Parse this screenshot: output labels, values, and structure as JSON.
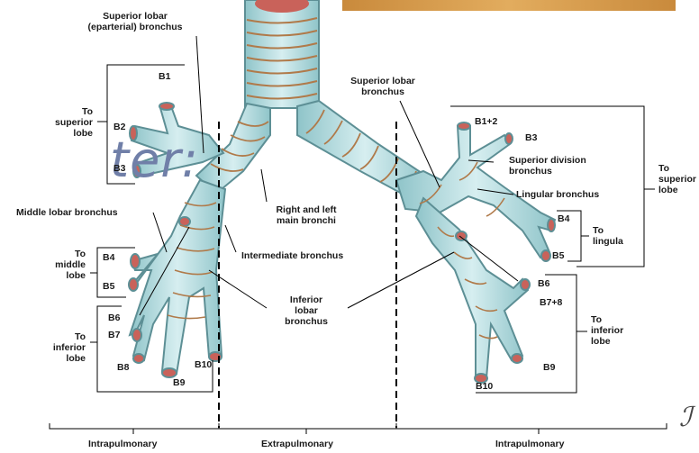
{
  "labels": {
    "superior_lobar_eparterial": "Superior lobar\n(eparterial) bronchus",
    "b1": "B1",
    "to_superior_lobe_left": "To\nsuperior\nlobe",
    "b2": "B2",
    "b3_right": "B3",
    "middle_lobar_bronchus": "Middle lobar bronchus",
    "to_middle_lobe": "To\nmiddle\nlobe",
    "b4_right": "B4",
    "b5_right": "B5",
    "to_inferior_lobe_left": "To\ninferior\nlobe",
    "b6_right": "B6",
    "b7": "B7",
    "b8": "B8",
    "b9_right": "B9",
    "b10_right": "B10",
    "right_left_main_bronchi": "Right and left\nmain bronchi",
    "intermediate_bronchus": "Intermediate bronchus",
    "inferior_lobar_bronchus": "Inferior\nlobar\nbronchus",
    "superior_lobar_bronchus": "Superior lobar\nbronchus",
    "b1_2": "B1+2",
    "b3_left": "B3",
    "superior_division_bronchus": "Superior division\nbronchus",
    "lingular_bronchus": "Lingular bronchus",
    "to_superior_lobe_right": "To\nsuperior\nlobe",
    "b4_left": "B4",
    "b5_left": "B5",
    "to_lingula": "To\nlingula",
    "b6_left": "B6",
    "b7_8": "B7+8",
    "to_inferior_lobe_right": "To\ninferior\nlobe",
    "b9_left": "B9",
    "b10_left": "B10",
    "intrapulmonary_left": "Intrapulmonary",
    "extrapulmonary": "Extrapulmonary",
    "intrapulmonary_right": "Intrapulmonary"
  },
  "overlay_text": "ter:",
  "colors": {
    "airway_fill": "#b9dde0",
    "airway_stroke": "#5d8f95",
    "cartilage_ring": "#b07a4a",
    "lumen": "#c9625a",
    "overlay_text": "#707fa8"
  }
}
